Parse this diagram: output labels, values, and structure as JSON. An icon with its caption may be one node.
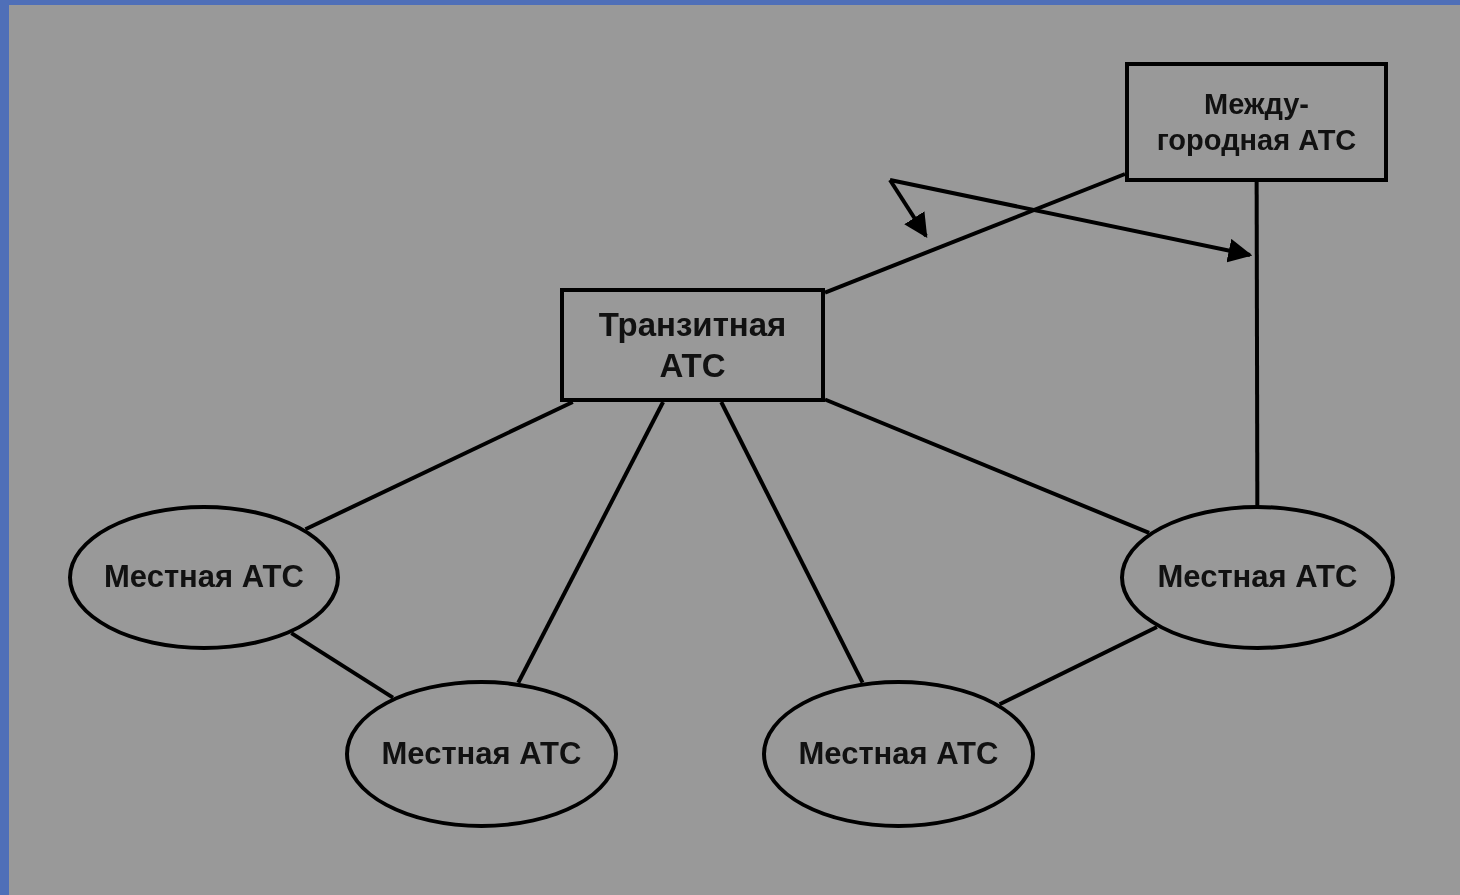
{
  "diagram": {
    "nodes": [
      {
        "text": [
          "Между- городная АТС"
        ]
      },
      {
        "text": [
          "Транзитная АТС"
        ]
      },
      {
        "text": [
          "Местная АТС"
        ]
      },
      {
        "text": [
          "Местная АТС"
        ]
      },
      {
        "text": [
          "Местная АТС"
        ]
      },
      {
        "text": [
          "Местная АТС"
        ]
      }
    ],
    "edges": [
      {
        "from": 1,
        "to": 0,
        "arrow": "none"
      },
      {
        "from": 0,
        "to": 5,
        "arrow": "none"
      },
      {
        "from": 1,
        "to": 2,
        "arrow": "none"
      },
      {
        "from": 1,
        "to": 3,
        "arrow": "none"
      },
      {
        "from": 1,
        "to": 4,
        "arrow": "none"
      },
      {
        "from": 1,
        "to": 5,
        "arrow": "none"
      },
      {
        "from": 2,
        "to": 3,
        "arrow": "none"
      },
      {
        "from": 4,
        "to": 5,
        "arrow": "none"
      }
    ]
  }
}
